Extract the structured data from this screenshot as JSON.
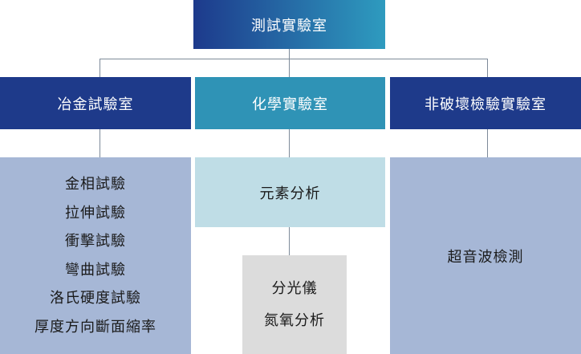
{
  "root": {
    "label": "測試實驗室"
  },
  "labs": [
    {
      "label": "冶金試驗室",
      "items": [
        "金相試驗",
        "拉伸試驗",
        "衝擊試驗",
        "彎曲試驗",
        "洛氏硬度試驗",
        "厚度方向斷面縮率"
      ]
    },
    {
      "label": "化學實驗室",
      "items": [
        "元素分析"
      ],
      "sub_items": [
        "分光儀",
        "氮氧分析"
      ]
    },
    {
      "label": "非破壞檢驗實驗室",
      "items": [
        "超音波檢測"
      ]
    }
  ],
  "colors": {
    "root_gradient_start": "#1d3a8c",
    "root_gradient_end": "#2e9bbf",
    "lab_dark_blue": "#1e3a8a",
    "lab_teal": "#2f93b6",
    "panel_lavender": "#a6b7d6",
    "panel_light_cyan": "#bfdde6",
    "panel_gray": "#dcdcdc",
    "connector": "#7d8a99"
  }
}
